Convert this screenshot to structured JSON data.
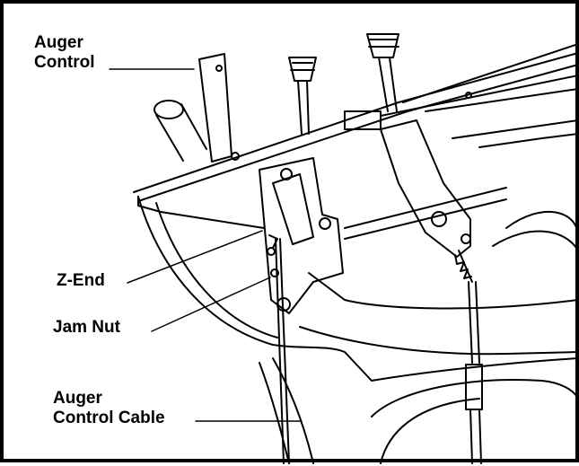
{
  "callouts": {
    "auger_control": {
      "line1": "Auger",
      "line2": "Control"
    },
    "z_end": "Z-End",
    "jam_nut": "Jam Nut",
    "auger_control_cable": {
      "line1": "Auger",
      "line2": "Control Cable"
    }
  },
  "colors": {
    "ink": "#000000",
    "paper": "#ffffff"
  }
}
